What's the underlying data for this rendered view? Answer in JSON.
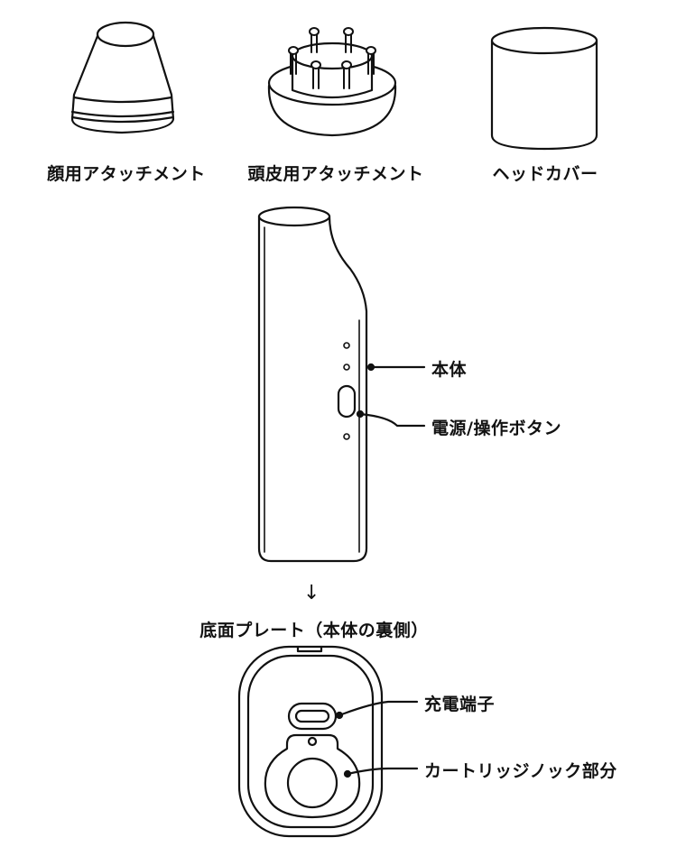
{
  "attachments": [
    {
      "label": "顔用アタッチメント"
    },
    {
      "label": "頭皮用アタッチメント"
    },
    {
      "label": "ヘッドカバー"
    }
  ],
  "callouts": {
    "body": "本体",
    "power_button": "電源/操作ボタン",
    "charging_port": "充電端子",
    "cartridge_lock": "カートリッジノック部分"
  },
  "bottom": {
    "arrow": "↓",
    "title": "底面プレート（本体の裏側）"
  },
  "colors": {
    "line": "#111111",
    "background": "#ffffff"
  }
}
